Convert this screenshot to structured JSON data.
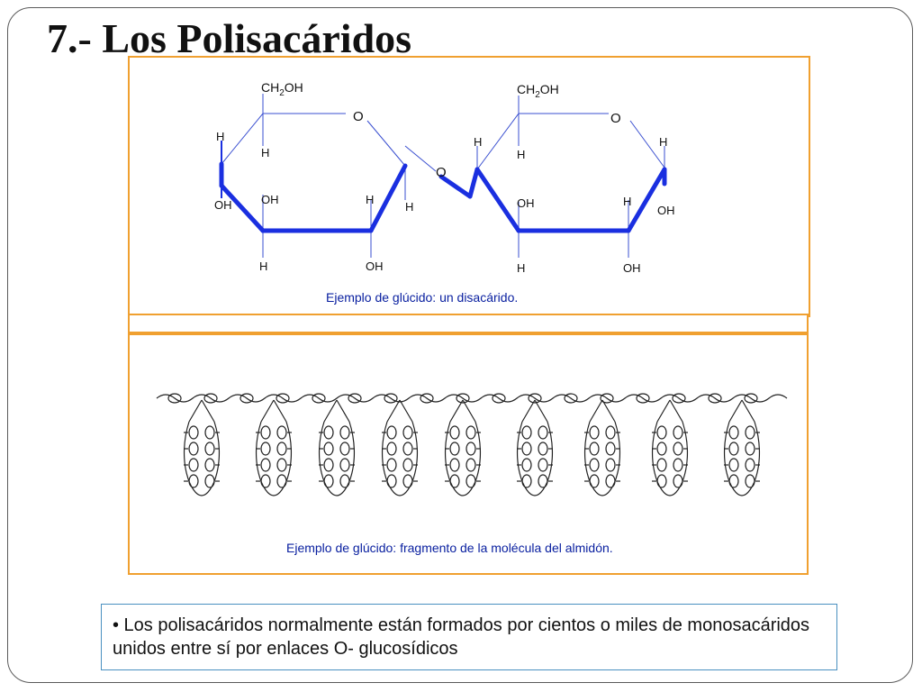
{
  "slide": {
    "title": "7.- Los Polisacáridos"
  },
  "disaccharide": {
    "caption": "Ejemplo de glúcido: un disacárido.",
    "labels": {
      "ch2oh": "CH",
      "sub2": "2",
      "oh_tail": "OH",
      "ring_o": "O",
      "bridge_o": "O",
      "h": "H",
      "oh": "OH"
    }
  },
  "starch": {
    "caption": "Ejemplo de glúcido: fragmento de la molécula del almidón."
  },
  "note": {
    "text": "• Los polisacáridos normalmente están formados por cientos o miles de monosacáridos unidos entre sí por enlaces O- glucosídicos"
  },
  "colors": {
    "accent_orange": "#f0a030",
    "bond_blue": "#1a2fe0",
    "thin_blue": "#3a4fd0",
    "caption_blue": "#0a20a0",
    "note_border": "#4a90c0"
  }
}
